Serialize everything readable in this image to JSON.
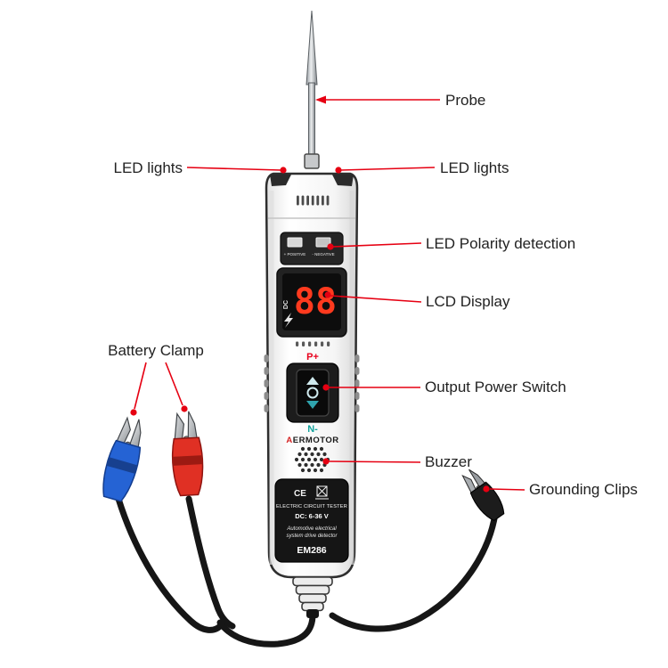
{
  "labels": {
    "probe": "Probe",
    "led_lights_left": "LED lights",
    "led_lights_right": "LED lights",
    "led_polarity": "LED Polarity detection",
    "lcd_display": "LCD Display",
    "battery_clamp": "Battery Clamp",
    "output_power_switch": "Output Power Switch",
    "buzzer": "Buzzer",
    "grounding_clips": "Grounding Clips"
  },
  "device": {
    "led_positive": "+ POSITIVE",
    "led_negative": "- NEGATIVE",
    "lcd_dc": "DC",
    "lcd_value": "88",
    "switch_top": "P+",
    "switch_bottom": "N-",
    "brand_first": "A",
    "brand_rest": "ERMOTOR",
    "ce_mark": "CE",
    "panel_title": "ELECTRIC CIRCUIT TESTER",
    "panel_voltage": "DC: 6-36 V",
    "panel_desc_line1": "Automotive electrical",
    "panel_desc_line2": "system drive detector",
    "model": "EM286"
  },
  "colors": {
    "leader": "#e60012",
    "label_text": "#222222",
    "clamp_blue": "#2563d4",
    "clamp_red": "#e03024",
    "switch_plus": "#e8001c",
    "switch_minus": "#12a29c",
    "lcd_digits": "#ff3a1e"
  }
}
